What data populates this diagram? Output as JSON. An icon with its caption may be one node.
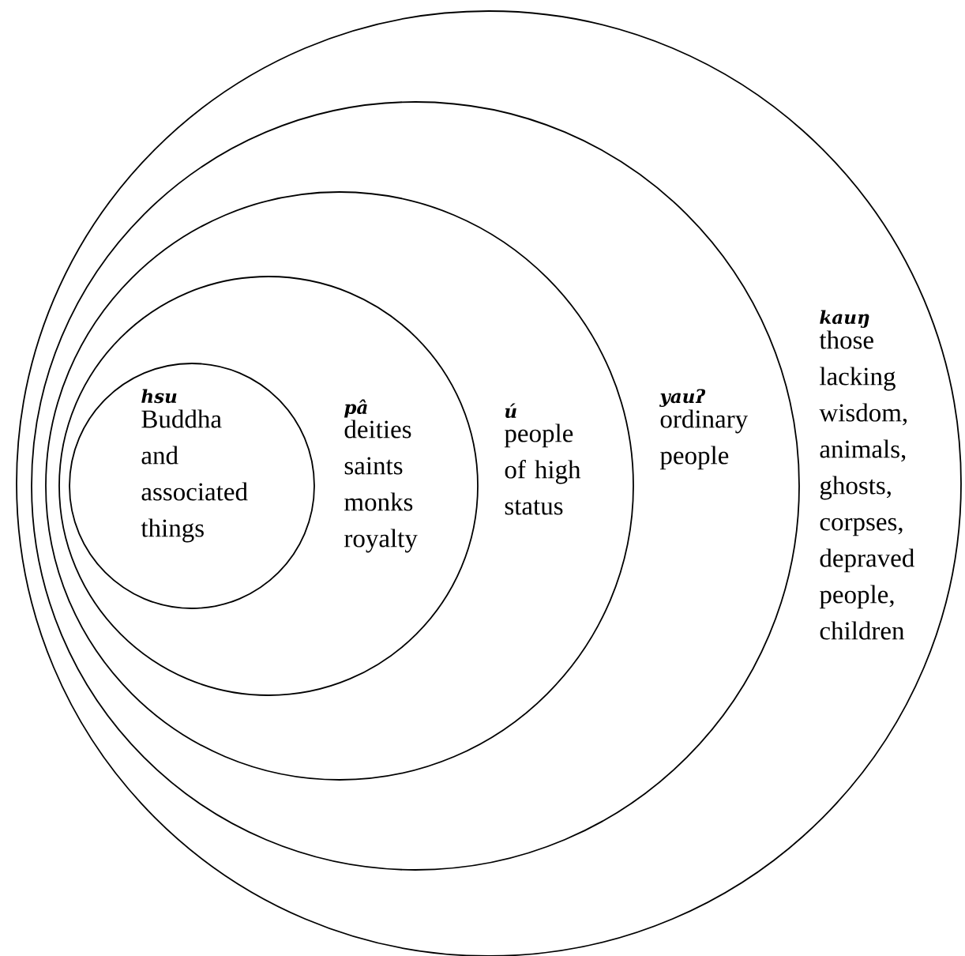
{
  "diagram": {
    "nodes": [
      {
        "text": [
          "kauŋ",
          "those lacking wisdom, animals, ghosts, corpses, depraved people, children"
        ]
      },
      {
        "text": [
          "yauʔ",
          "ordinary people"
        ],
        "in": 0
      },
      {
        "text": [
          "ú",
          "people of high status"
        ],
        "in": 1
      },
      {
        "text": [
          "pâ",
          "deities saints monks royalty"
        ],
        "in": 2
      },
      {
        "text": [
          "hsu",
          "Buddha and associated things"
        ],
        "in": 3
      }
    ]
  }
}
